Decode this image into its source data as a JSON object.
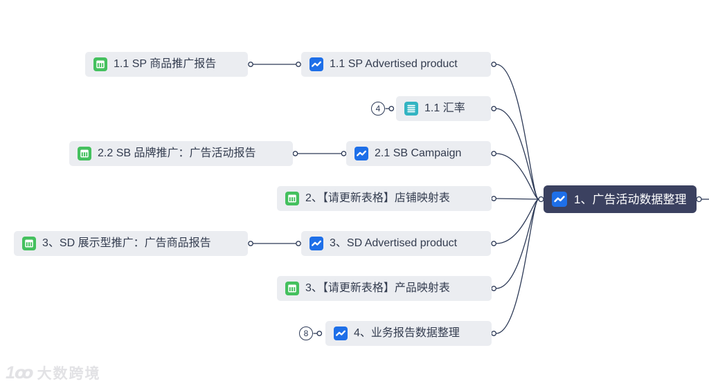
{
  "root": {
    "label": "1、广告活动数据整理",
    "icon": "line-chart-icon"
  },
  "nodes": {
    "sp_report": {
      "label": "1.1 SP 商品推广报告",
      "icon": "table-icon"
    },
    "sp_advertised": {
      "label": "1.1 SP Advertised product",
      "icon": "line-chart-icon"
    },
    "exchange_rate": {
      "label": "1.1 汇率",
      "icon": "list-icon"
    },
    "sb_report": {
      "label": "2.2 SB 品牌推广：广告活动报告",
      "icon": "table-icon"
    },
    "sb_campaign": {
      "label": "2.1 SB Campaign",
      "icon": "line-chart-icon"
    },
    "store_mapping": {
      "label": "2、【请更新表格】店铺映射表",
      "icon": "table-icon"
    },
    "sd_report": {
      "label": "3、SD 展示型推广：广告商品报告",
      "icon": "table-icon"
    },
    "sd_advertised": {
      "label": "3、SD Advertised product",
      "icon": "line-chart-icon"
    },
    "product_mapping": {
      "label": "3、【请更新表格】产品映射表",
      "icon": "table-icon"
    },
    "business_report": {
      "label": "4、业务报告数据整理",
      "icon": "line-chart-icon"
    }
  },
  "badges": {
    "exchange_rate_collapsed_count": "4",
    "business_report_collapsed_count": "8"
  },
  "watermark": {
    "logo": "1ꝏ",
    "brand": "大数跨境"
  },
  "colors": {
    "node_background": "#ebedf1",
    "node_text": "#333c4f",
    "root_background": "#3b4160",
    "root_text": "#ffffff",
    "connector_line": "#2c3956",
    "icon_green": "#44c05e",
    "icon_blue": "#1e6fe8",
    "icon_teal": "#33b4c2",
    "watermark_gray": "#e2e2e5"
  }
}
